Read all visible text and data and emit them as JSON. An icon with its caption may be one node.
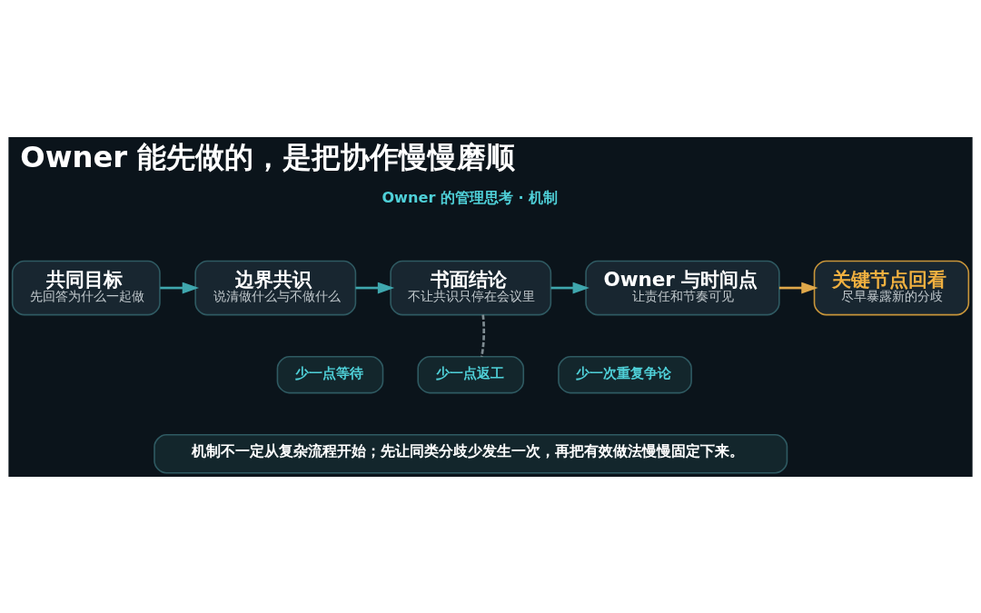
{
  "diagram": {
    "title": "Owner 能先做的，是把协作慢慢磨顺",
    "nodes": [
      {
        "text": [
          "共同目标",
          "先回答为什么一起做"
        ]
      },
      {
        "text": [
          "边界共识",
          "说清做什么与不做什么"
        ]
      },
      {
        "text": [
          "书面结论",
          "不让共识只停在会议里"
        ]
      },
      {
        "text": [
          "Owner 与时间点",
          "让责任和节奏可见"
        ]
      },
      {
        "text": [
          "关键节点回看",
          "尽早暴露新的分歧"
        ]
      },
      {
        "text": [
          "少一点等待"
        ]
      },
      {
        "text": [
          "少一点返工"
        ]
      },
      {
        "text": [
          "少一次重复争论"
        ]
      },
      {
        "text": [
          "机制不一定从复杂流程开始；先让同类分歧少发生一次，再把有效做法慢慢固定下来。"
        ]
      }
    ],
    "edges": [
      {
        "from": 0,
        "to": 1,
        "arrow": "to"
      },
      {
        "from": 1,
        "to": 2,
        "arrow": "to"
      },
      {
        "from": 2,
        "to": 3,
        "arrow": "to"
      },
      {
        "from": 3,
        "to": 4,
        "arrow": "to",
        "color": "#e0a84a"
      },
      {
        "from": 2,
        "to": 6,
        "arrow": "none",
        "style": "dashed",
        "color": "#7f8c92"
      }
    ],
    "labels": [
      "Owner 的管理思考 · 机制"
    ]
  }
}
